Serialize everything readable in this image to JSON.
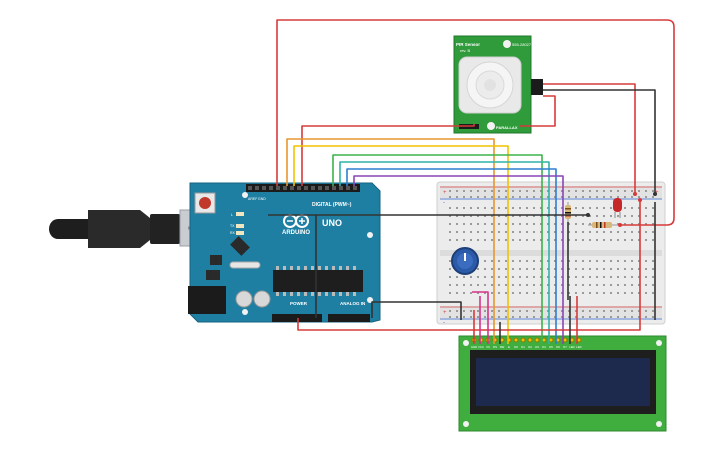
{
  "arduino": {
    "brand": "ARDUINO",
    "model": "UNO",
    "digital_header": "DIGITAL (PWM~)",
    "power_header": "POWER",
    "analog_header": "ANALOG IN",
    "led_tx": "TX",
    "led_rx": "RX",
    "led_l": "L",
    "pin_aref": "AREF",
    "pin_gnd": "GND"
  },
  "pir_sensor": {
    "title": "PIR Sensor",
    "subtitle": "rev. B",
    "part_number": "555-28027",
    "maker": "PARALLAX"
  },
  "breadboard": {
    "plus": "+",
    "minus": "-"
  },
  "lcd": {
    "pins": [
      "GND",
      "VCC",
      "V0",
      "RS",
      "RW",
      "E",
      "D0",
      "D1",
      "D2",
      "D3",
      "D4",
      "D5",
      "D6",
      "D7",
      "LED",
      "LED"
    ]
  },
  "colors": {
    "wire_red": "#d63b3b",
    "wire_black": "#333333",
    "wire_orange": "#e8962e",
    "wire_yellow": "#f2c200",
    "wire_green": "#3cb34a",
    "wire_teal": "#2fb4a8",
    "wire_blue": "#2f7fd0",
    "wire_purple": "#8a45b8",
    "wire_pink": "#d6338a",
    "arduino_board": "#1f7fa3",
    "pir_board": "#2f9b3a",
    "lcd_board": "#3fae3f",
    "lcd_screen": "#1d2a4d"
  }
}
